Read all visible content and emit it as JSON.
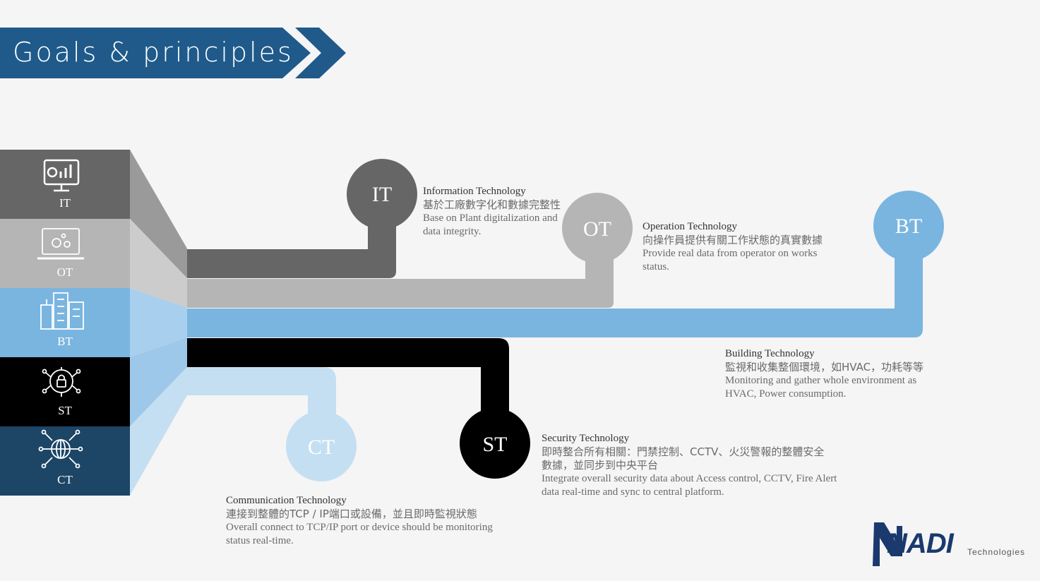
{
  "header": {
    "title": "Goals & principles"
  },
  "colors": {
    "header_blue": "#1f5a8a",
    "it": "#666666",
    "ot": "#b5b5b5",
    "bt": "#7ab5e0",
    "st": "#000000",
    "ct": "#1c4566",
    "ct_light": "#c5dff2"
  },
  "categories": [
    {
      "code": "IT",
      "icon": "monitor-chart-icon"
    },
    {
      "code": "OT",
      "icon": "laptop-gears-icon"
    },
    {
      "code": "BT",
      "icon": "buildings-icon"
    },
    {
      "code": "ST",
      "icon": "security-lock-icon"
    },
    {
      "code": "CT",
      "icon": "globe-network-icon"
    }
  ],
  "nodes": {
    "it": {
      "label": "IT",
      "title": "Information Technology",
      "zh": "基於工廠數字化和數據完整性",
      "en1": "Base on Plant digitalization and",
      "en2": "data integrity."
    },
    "ot": {
      "label": "OT",
      "title": "Operation Technology",
      "zh": "向操作員提供有關工作狀態的真實數據",
      "en1": "Provide real data from operator on works",
      "en2": "status."
    },
    "bt": {
      "label": "BT",
      "title": "Building Technology",
      "zh": "監視和收集整個環境，如HVAC，功耗等等",
      "en1": "Monitoring and gather whole environment as",
      "en2": "HVAC, Power consumption."
    },
    "st": {
      "label": "ST",
      "title": "Security Technology",
      "zh1": "即時整合所有相關：門禁控制、CCTV、火災警報的整體安全",
      "zh2": "數據，並同步到中央平台",
      "en1": "Integrate overall security data about Access control, CCTV, Fire Alert",
      "en2": "data real-time and sync to central platform."
    },
    "ct": {
      "label": "CT",
      "title": "Communication Technology",
      "zh": "連接到整體的TCP / IP端口或設備，並且即時監視狀態",
      "en1": "Overall connect to TCP/IP port or device should be monitoring",
      "en2": "status real-time."
    }
  },
  "logo": {
    "name": "NADI",
    "sub": "Technologies"
  }
}
